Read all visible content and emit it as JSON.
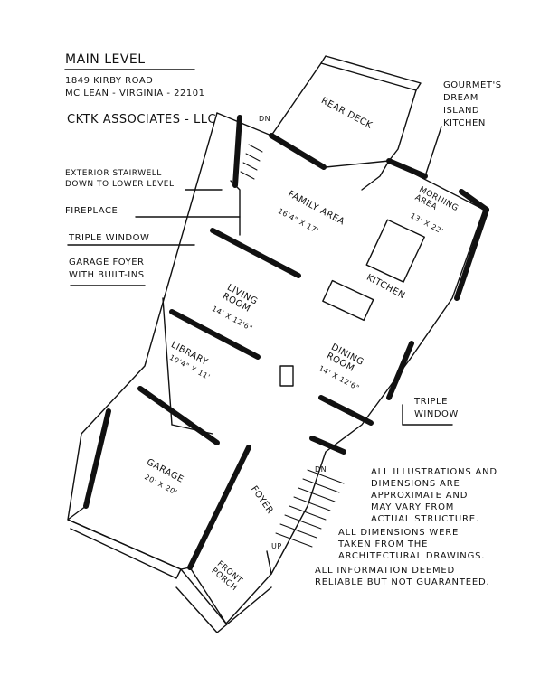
{
  "header": {
    "title": "Main Level",
    "address1": "1849 Kirby Road",
    "address2": "Mc Lean - Virginia - 22101",
    "company": "CKTK Associates - LLC"
  },
  "callouts": {
    "exterior_stairwell_1": "Exterior Stairwell",
    "exterior_stairwell_2": "Down to Lower Level",
    "fireplace": "Fireplace",
    "triple_window_left": "Triple Window",
    "garage_foyer_1": "Garage Foyer",
    "garage_foyer_2": "With Built-ins",
    "gourmet_1": "Gourmet's",
    "gourmet_2": "Dream",
    "gourmet_3": "Island",
    "gourmet_4": "Kitchen",
    "triple_window_right_1": "Triple",
    "triple_window_right_2": "Window"
  },
  "rooms": {
    "rear_deck": "Rear Deck",
    "family_area": "Family Area",
    "family_area_dim": "16'4\" x 17'",
    "morning_area": "Morning Area",
    "morning_area_dim": "13' x 22'",
    "kitchen": "Kitchen",
    "living_room": "Living Room",
    "living_room_dim": "14' x 12'6\"",
    "dining_room": "Dining Room",
    "dining_room_dim": "14' x 12'6\"",
    "library": "Library",
    "library_dim": "10'4\" x 11'",
    "garage": "Garage",
    "garage_dim": "20' x 20'",
    "foyer": "Foyer",
    "front_porch": "Front Porch",
    "stair_dn_top": "DN",
    "stair_dn_front": "DN",
    "stair_up": "UP"
  },
  "disclaimer": {
    "line1": "All illustrations and",
    "line2": "dimensions are",
    "line3": "approximate and",
    "line4": "may vary from",
    "line5": "actual structure.",
    "line6": "All dimensions were",
    "line7": "taken from the",
    "line8": "architectural drawings.",
    "line9": "All information deemed",
    "line10": "reliable but not guaranteed."
  }
}
